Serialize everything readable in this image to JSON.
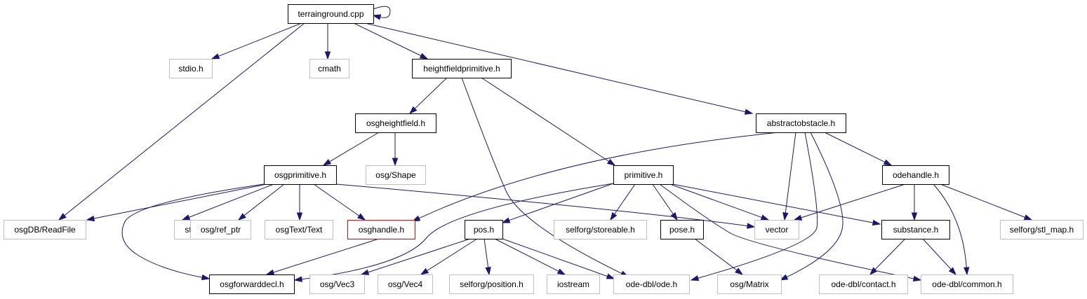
{
  "colors": {
    "edge": "#191970",
    "documented_border": "#000000",
    "undocumented_border": "#bfbfbf",
    "highlight_border": "#ff0000",
    "root_fill": "#bfbfbf"
  },
  "graph": {
    "nodes": [
      {
        "id": "terrainground",
        "label": "terrainground.cpp",
        "kind": "root"
      },
      {
        "id": "stdio",
        "label": "stdio.h",
        "kind": "external"
      },
      {
        "id": "cmath",
        "label": "cmath",
        "kind": "external"
      },
      {
        "id": "heightfieldprimitive",
        "label": "heightfieldprimitive.h",
        "kind": "documented"
      },
      {
        "id": "abstractobstacle",
        "label": "abstractobstacle.h",
        "kind": "documented"
      },
      {
        "id": "osgheightfield",
        "label": "osgheightfield.h",
        "kind": "documented"
      },
      {
        "id": "osgshape",
        "label": "osg/Shape",
        "kind": "external"
      },
      {
        "id": "osgprimitive",
        "label": "osgprimitive.h",
        "kind": "documented"
      },
      {
        "id": "primitive",
        "label": "primitive.h",
        "kind": "documented"
      },
      {
        "id": "odehandle",
        "label": "odehandle.h",
        "kind": "documented"
      },
      {
        "id": "readfile",
        "label": "osgDB/ReadFile",
        "kind": "external"
      },
      {
        "id": "string",
        "label": "string",
        "kind": "external"
      },
      {
        "id": "refptr",
        "label": "osg/ref_ptr",
        "kind": "external"
      },
      {
        "id": "osgtext",
        "label": "osgText/Text",
        "kind": "external"
      },
      {
        "id": "osghandle",
        "label": "osghandle.h",
        "kind": "highlight"
      },
      {
        "id": "pos",
        "label": "pos.h",
        "kind": "documented"
      },
      {
        "id": "storeable",
        "label": "selforg/storeable.h",
        "kind": "external"
      },
      {
        "id": "pose",
        "label": "pose.h",
        "kind": "documented"
      },
      {
        "id": "vector",
        "label": "vector",
        "kind": "external"
      },
      {
        "id": "substance",
        "label": "substance.h",
        "kind": "documented"
      },
      {
        "id": "stlmap",
        "label": "selforg/stl_map.h",
        "kind": "external"
      },
      {
        "id": "osgforwarddecl",
        "label": "osgforwarddecl.h",
        "kind": "documented"
      },
      {
        "id": "vec3",
        "label": "osg/Vec3",
        "kind": "external"
      },
      {
        "id": "vec4",
        "label": "osg/Vec4",
        "kind": "external"
      },
      {
        "id": "position",
        "label": "selforg/position.h",
        "kind": "external"
      },
      {
        "id": "iostream",
        "label": "iostream",
        "kind": "external"
      },
      {
        "id": "odeh",
        "label": "ode-dbl/ode.h",
        "kind": "external"
      },
      {
        "id": "matrix",
        "label": "osg/Matrix",
        "kind": "external"
      },
      {
        "id": "contact",
        "label": "ode-dbl/contact.h",
        "kind": "external"
      },
      {
        "id": "common",
        "label": "ode-dbl/common.h",
        "kind": "external"
      }
    ],
    "edges": [
      [
        "terrainground",
        "terrainground"
      ],
      [
        "terrainground",
        "stdio"
      ],
      [
        "terrainground",
        "cmath"
      ],
      [
        "terrainground",
        "heightfieldprimitive"
      ],
      [
        "terrainground",
        "abstractobstacle"
      ],
      [
        "terrainground",
        "readfile"
      ],
      [
        "heightfieldprimitive",
        "osgheightfield"
      ],
      [
        "heightfieldprimitive",
        "primitive"
      ],
      [
        "heightfieldprimitive",
        "odeh"
      ],
      [
        "osgheightfield",
        "osgprimitive"
      ],
      [
        "osgheightfield",
        "osgshape"
      ],
      [
        "abstractobstacle",
        "osghandle"
      ],
      [
        "abstractobstacle",
        "vector"
      ],
      [
        "abstractobstacle",
        "odeh"
      ],
      [
        "abstractobstacle",
        "matrix"
      ],
      [
        "abstractobstacle",
        "odehandle"
      ],
      [
        "osgprimitive",
        "readfile"
      ],
      [
        "osgprimitive",
        "string"
      ],
      [
        "osgprimitive",
        "refptr"
      ],
      [
        "osgprimitive",
        "osgtext"
      ],
      [
        "osgprimitive",
        "osghandle"
      ],
      [
        "osgprimitive",
        "vector"
      ],
      [
        "osgprimitive",
        "osgforwarddecl"
      ],
      [
        "primitive",
        "osgforwarddecl"
      ],
      [
        "primitive",
        "pos"
      ],
      [
        "primitive",
        "storeable"
      ],
      [
        "primitive",
        "pose"
      ],
      [
        "primitive",
        "vector"
      ],
      [
        "primitive",
        "substance"
      ],
      [
        "primitive",
        "common"
      ],
      [
        "odehandle",
        "vector"
      ],
      [
        "odehandle",
        "substance"
      ],
      [
        "odehandle",
        "common"
      ],
      [
        "odehandle",
        "stlmap"
      ],
      [
        "osghandle",
        "osgforwarddecl"
      ],
      [
        "pos",
        "vec3"
      ],
      [
        "pos",
        "vec4"
      ],
      [
        "pos",
        "position"
      ],
      [
        "pos",
        "iostream"
      ],
      [
        "pos",
        "odeh"
      ],
      [
        "pose",
        "matrix"
      ],
      [
        "substance",
        "contact"
      ],
      [
        "substance",
        "common"
      ]
    ]
  }
}
